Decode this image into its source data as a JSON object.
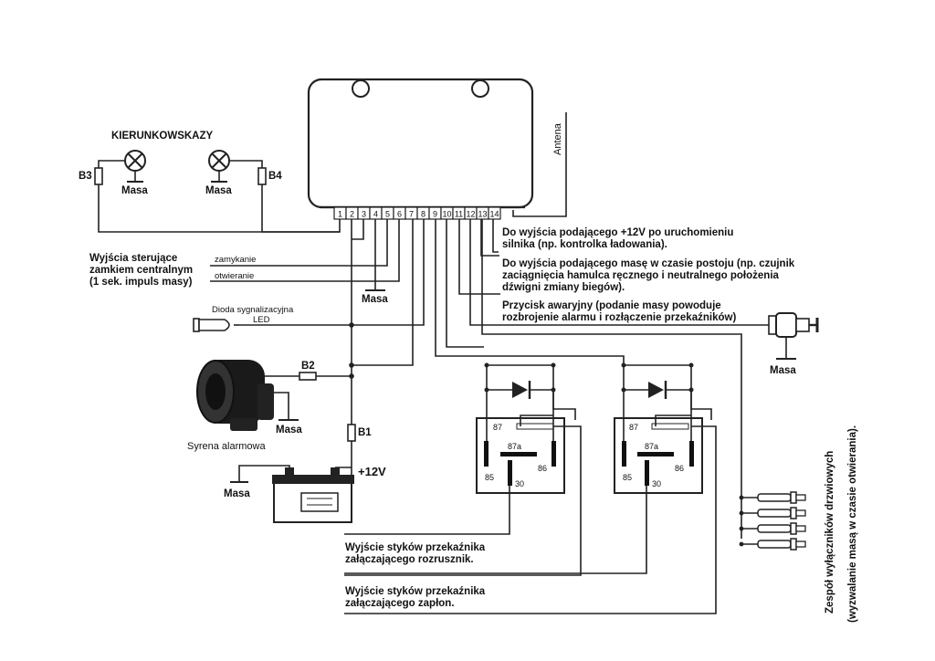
{
  "colors": {
    "line": "#222222",
    "background": "#ffffff"
  },
  "labels": {
    "kierunkowskazy": "KIERUNKOWSKAZY",
    "b3": "B3",
    "b4": "B4",
    "b2": "B2",
    "b1": "B1",
    "masa": "Masa",
    "antena": "Antena",
    "plus12v": "+12V",
    "zamkniecie_title_1": "Wyjścia sterujące",
    "zamkniecie_title_2": "zamkiem centralnym",
    "zamkniecie_title_3": "(1 sek. impuls masy)",
    "zamykanie": "zamykanie",
    "otwieranie": "otwieranie",
    "dioda_1": "Dioda sygnalizacyjna",
    "dioda_2": "LED",
    "syrena": "Syrena alarmowa",
    "out_12v_1": "Do wyjścia podającego +12V po uruchomieniu",
    "out_12v_2": "silnika (np. kontrolka ładowania).",
    "out_masa_1": "Do wyjścia podającego masę w czasie postoju (np. czujnik",
    "out_masa_2": "zaciągnięcia hamulca ręcznego i neutralnego położenia",
    "out_masa_3": "dźwigni zmiany biegów).",
    "przycisk_1": "Przycisk awaryjny (podanie masy powoduje",
    "przycisk_2": "rozbrojenie alarmu i rozłączenie przekaźników)",
    "rozrusznik_1": "Wyjście styków przekaźnika",
    "rozrusznik_2": "załączającego rozrusznik.",
    "zaplon_1": "Wyjście styków przekaźnika",
    "zaplon_2": "załączającego zapłon.",
    "zespol_1": "Zespół wyłączników drzwiowych",
    "zespol_2": "(wyzwalanie masą w czasie otwierania).",
    "relay_87": "87",
    "relay_87a": "87a",
    "relay_85": "85",
    "relay_86": "86",
    "relay_30": "30"
  },
  "pins": [
    "1",
    "2",
    "3",
    "4",
    "5",
    "6",
    "7",
    "8",
    "9",
    "10",
    "11",
    "12",
    "13",
    "14"
  ]
}
